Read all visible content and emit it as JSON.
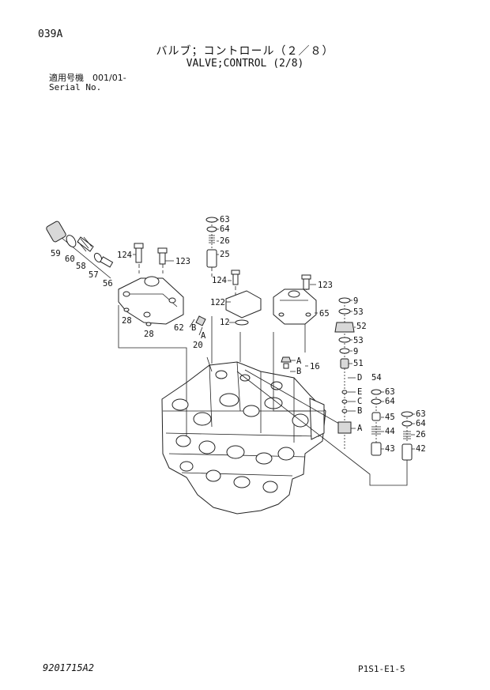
{
  "header": {
    "page_code": "039A",
    "title_ja": "バルブ；コントロール（２／８）",
    "title_en": "VALVE;CONTROL (2/8)",
    "serial_label_ja": "適用号機　001/01-",
    "serial_label_en": "Serial No."
  },
  "callouts": {
    "c12": "12",
    "c16": "16",
    "c20": "20",
    "c25": "25",
    "c26": "26",
    "c26b": "26",
    "c28": "28",
    "c28b": "28",
    "c42": "42",
    "c43": "43",
    "c44": "44",
    "c45": "45",
    "c51": "51",
    "c52": "52",
    "c53": "53",
    "c53b": "53",
    "c54": "54",
    "c56": "56",
    "c57": "57",
    "c58": "58",
    "c59": "59",
    "c60": "60",
    "c62": "62",
    "c63": "63",
    "c63b": "63",
    "c63c": "63",
    "c64": "64",
    "c64b": "64",
    "c64c": "64",
    "c65": "65",
    "c9": "9",
    "c9b": "9",
    "c122": "122",
    "c123": "123",
    "c123b": "123",
    "c124": "124",
    "c124b": "124"
  },
  "port_letters": {
    "a1": "A",
    "a2": "A",
    "a3": "A",
    "b1": "B",
    "b2": "B",
    "b3": "B",
    "c1": "C",
    "d1": "D",
    "e1": "E"
  },
  "footer": {
    "doc_number": "9201715A2",
    "page_ref": "P1S1-E1-5"
  }
}
